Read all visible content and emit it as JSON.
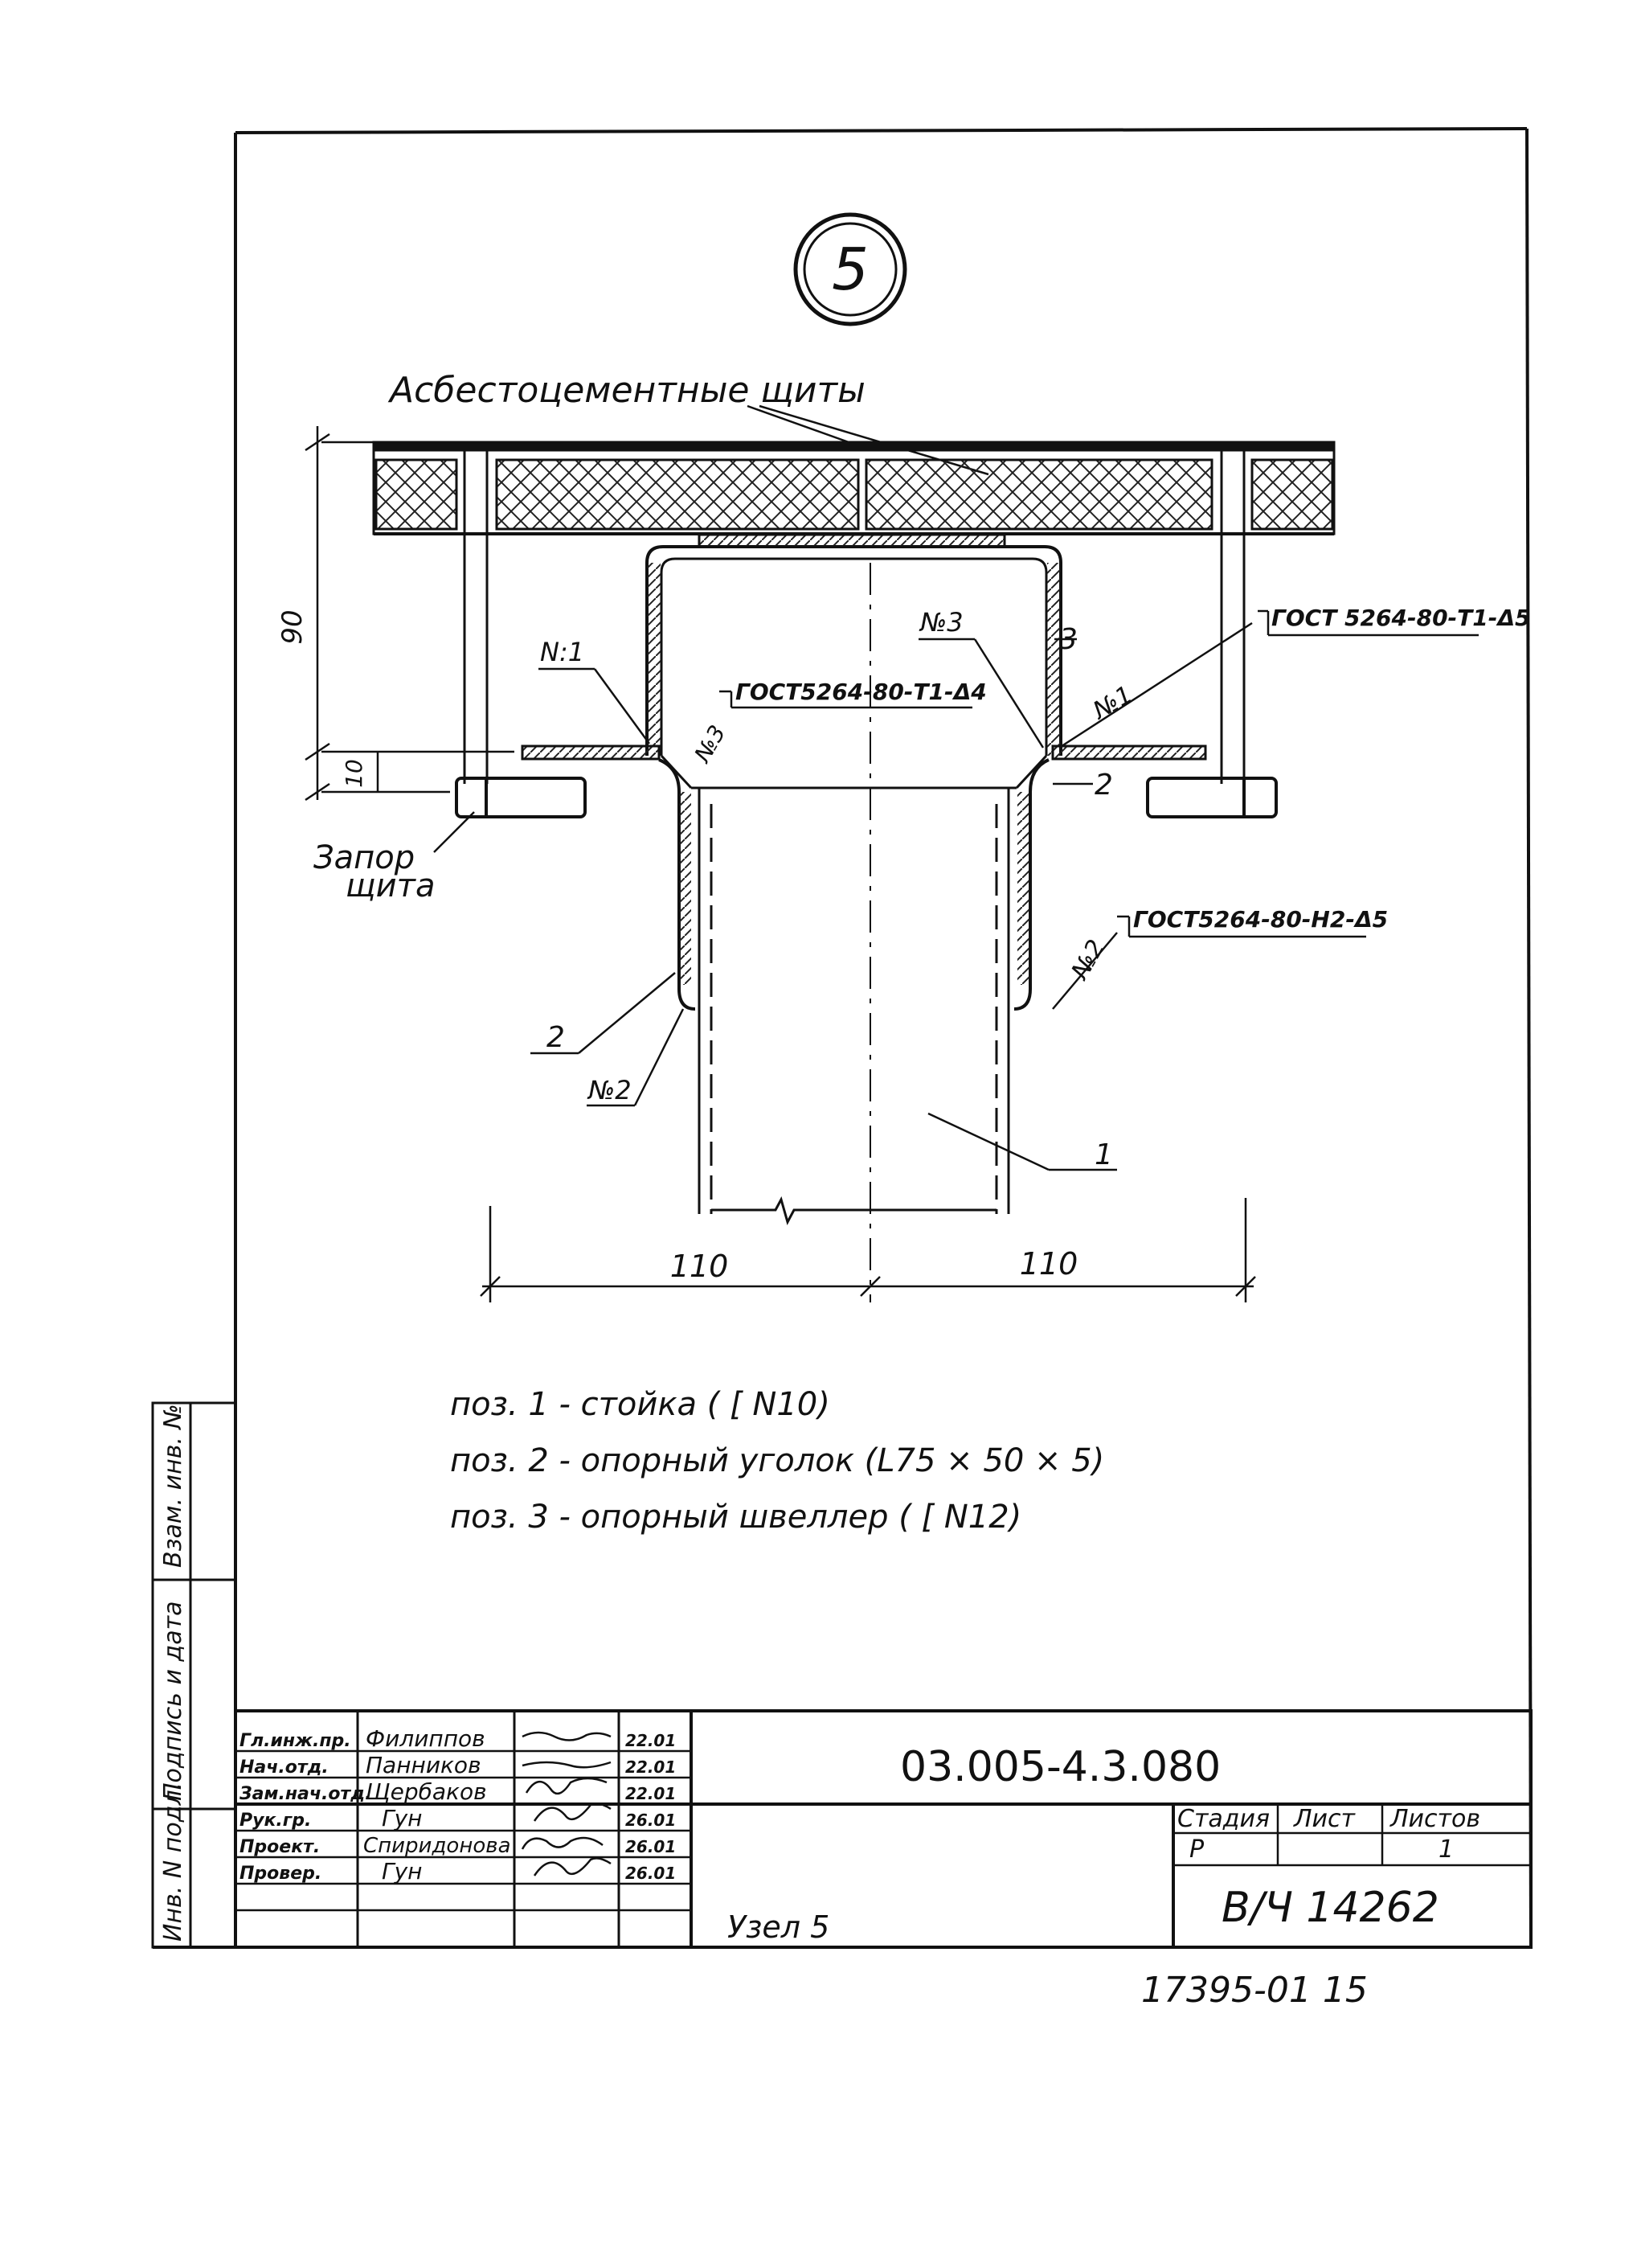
{
  "node_number": "5",
  "label_asbestos": "Асбестоцементные щиты",
  "label_lock_line1": "Запор",
  "label_lock_line2": "щита",
  "dim_90": "90",
  "dim_10": "10",
  "dim_110_left": "110",
  "dim_110_right": "110",
  "weld_n1_left": "N:1",
  "weld_n1_right": "№1",
  "weld_n3_top": "№3",
  "weld_n3_left": "№3",
  "weld_n2_right": "№2",
  "weld_n2_left": "№2",
  "gost_1": "ГОСТ 5264-80-Т1-Δ5",
  "gost_2": "ГОСТ5264-80-Т1-Δ4",
  "gost_3": "ГОСТ5264-80-Н2-Δ5",
  "pos_label_1": "1",
  "pos_label_2_left": "2",
  "pos_label_2_right": "2",
  "pos_label_3": "3",
  "notes": [
    "поз. 1 - стойка  ( [ N10)",
    "поз. 2 - опорный  уголок  (L75 × 50 × 5)",
    "поз. 3 - опорный  швеллер ( [ N12)"
  ],
  "side_stamp": {
    "vzam": "Взам. инв. №",
    "podpis": "Подпись и дата",
    "inv": "Инв. N подл."
  },
  "title_block": {
    "doc_code": "03.005-4.3.080",
    "node_name": "Узел 5",
    "unit": "В/Ч 14262",
    "stage_header": "Стадия",
    "sheet_header": "Лист",
    "sheets_header": "Листов",
    "stage": "Р",
    "sheets": "1",
    "signatures": [
      {
        "role": "Гл.инж.пр.",
        "name": "Филиппов",
        "date": "22.01"
      },
      {
        "role": "Нач.отд.",
        "name": "Панников",
        "date": "22.01"
      },
      {
        "role": "Зам.нач.отд.",
        "name": "Щербаков",
        "date": "22.01"
      },
      {
        "role": "Рук.гр.",
        "name": "Гун",
        "date": "26.01"
      },
      {
        "role": "Проект.",
        "name": "Спиридонова",
        "date": "26.01"
      },
      {
        "role": "Провер.",
        "name": "Гун",
        "date": "26.01"
      }
    ]
  },
  "footer_number": "17395-01   15",
  "colors": {
    "ink": "#111111",
    "paper": "#ffffff",
    "hatch": "#222222"
  }
}
